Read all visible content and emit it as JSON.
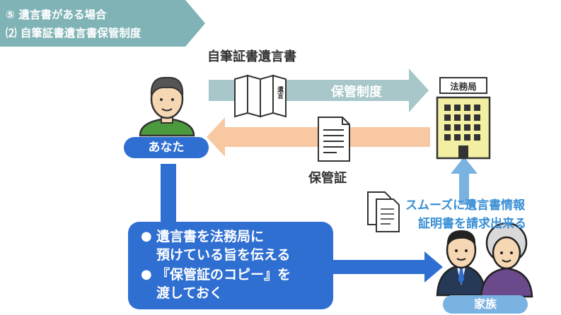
{
  "banner": {
    "line1": "⑤ 遺言書がある場合",
    "line2": "⑵ 自筆証書遺言書保管制度",
    "color": "#7fb3b6"
  },
  "labels": {
    "document_title": "自筆証書遺言書",
    "scroll_glyph": "遺言",
    "system_arrow": "保管制度",
    "office": "法務局",
    "you": "あなた",
    "certificate": "保管証",
    "family": "家族"
  },
  "notice": {
    "line1": "スムーズに遺言書情報",
    "line2": "証明書を請求出来る"
  },
  "bullets": [
    {
      "line1": "遺言書を法務局に",
      "line2": "預けている旨を伝える"
    },
    {
      "line1": "『保管証のコピー』を",
      "line2": "渡しておく"
    }
  ],
  "colors": {
    "teal_arrow": "#a7c7c9",
    "orange_arrow": "#f8c8a2",
    "blue": "#2f6fd2",
    "light_blue": "#7ab2e2",
    "building": "#f3efa2"
  }
}
